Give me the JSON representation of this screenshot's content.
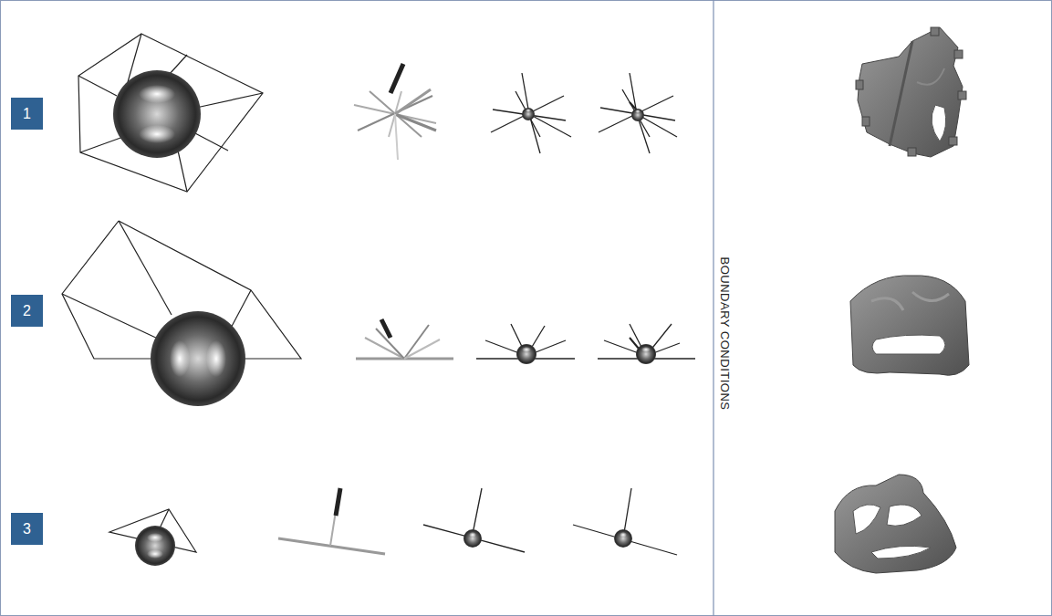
{
  "diagram": {
    "nodes": [
      {
        "text": [
          "1"
        ]
      },
      {
        "text": [
          "2"
        ]
      },
      {
        "text": [
          "3"
        ]
      }
    ],
    "labels": [
      "BOUNDARY CONDITIONS"
    ]
  }
}
